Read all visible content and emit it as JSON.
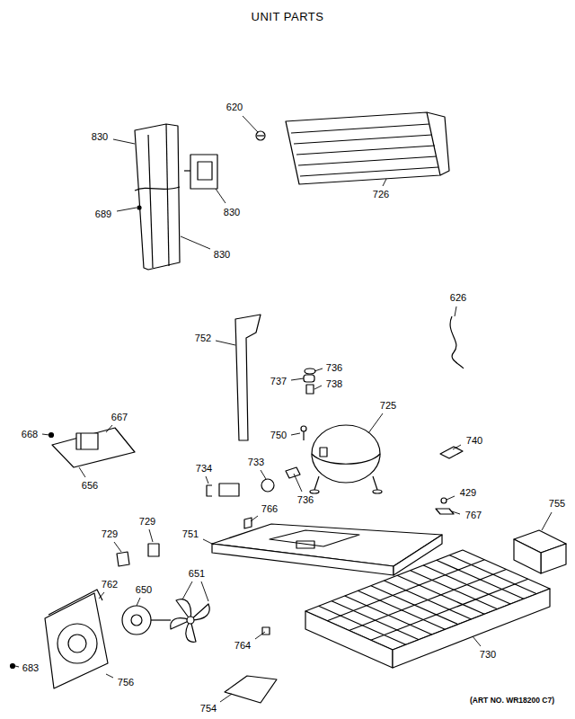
{
  "diagram": {
    "title": "UNIT PARTS",
    "labels": [
      "830",
      "620",
      "726",
      "830",
      "689",
      "830",
      "626",
      "752",
      "736",
      "737",
      "738",
      "725",
      "750",
      "740",
      "668",
      "667",
      "656",
      "734",
      "733",
      "736",
      "766",
      "429",
      "767",
      "755",
      "729",
      "729",
      "751",
      "651",
      "762",
      "650",
      "764",
      "730",
      "683",
      "756",
      "754",
      "(ART NO. WR18200 C7)"
    ]
  }
}
